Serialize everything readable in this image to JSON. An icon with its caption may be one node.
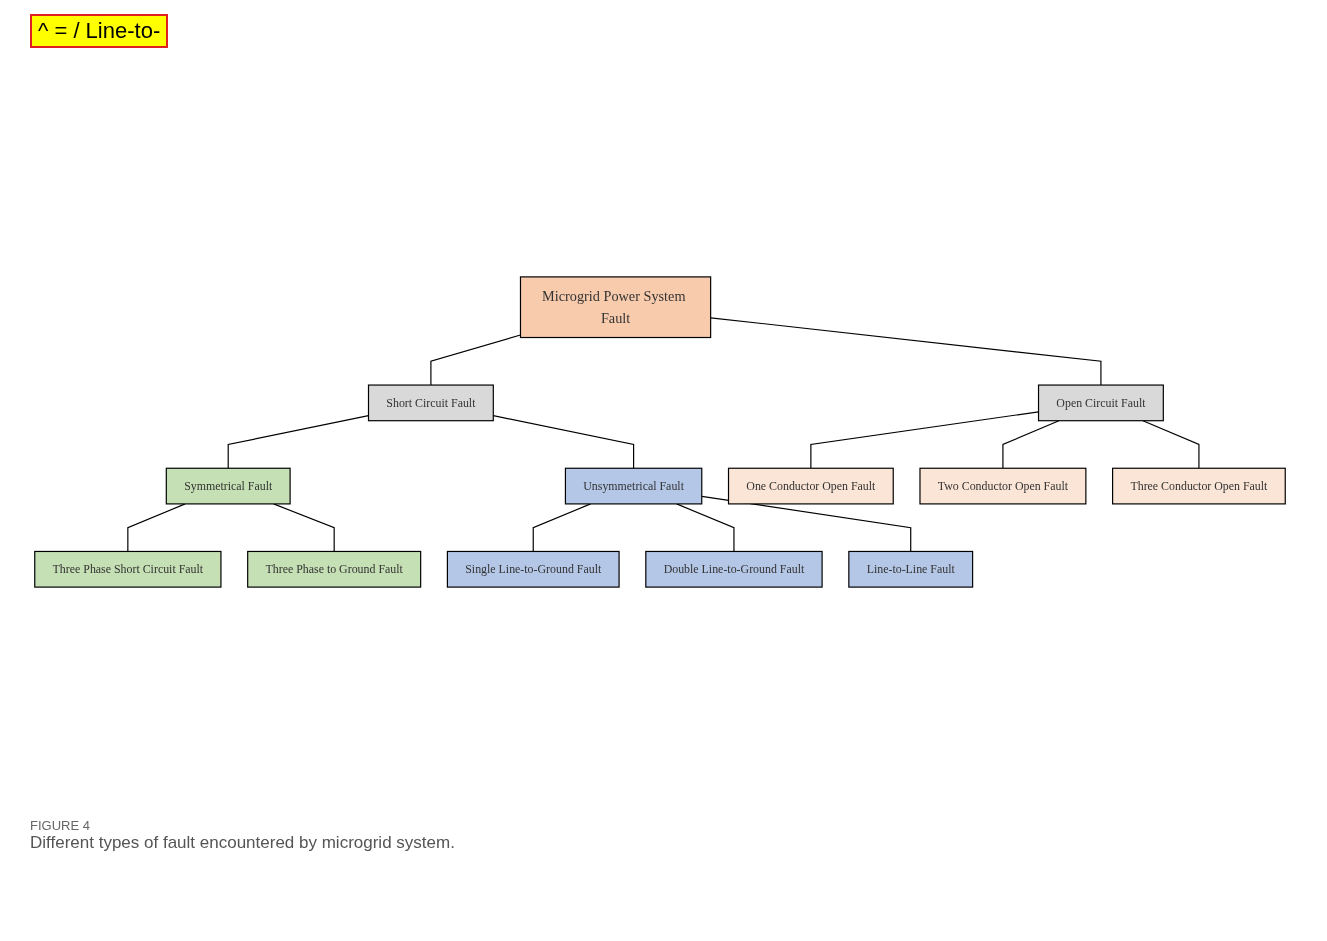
{
  "diagram": {
    "caption": "Different types of fault encountered by microgrid system.",
    "nodes": [
      {
        "text": [
          "Microgrid Power System Fault"
        ]
      },
      {
        "text": [
          "Short Circuit Fault"
        ]
      },
      {
        "text": [
          "Open Circuit Fault"
        ]
      },
      {
        "text": [
          "Symmetrical Fault"
        ]
      },
      {
        "text": [
          "Unsymmetrical Fault"
        ]
      },
      {
        "text": [
          "Three Phase Short Circuit Fault"
        ]
      },
      {
        "text": [
          "Three Phase to Ground Fault"
        ]
      },
      {
        "text": [
          "Single Line-to-Ground Fault"
        ]
      },
      {
        "text": [
          "Double Line-to-Ground Fault"
        ]
      },
      {
        "text": [
          "Line-to-Line Fault"
        ]
      },
      {
        "text": [
          "One Conductor Open Fault"
        ]
      },
      {
        "text": [
          "Two Conductor Open Fault"
        ]
      },
      {
        "text": [
          "Three Conductor Open Fault"
        ]
      }
    ],
    "edges": [
      {
        "from": 0,
        "to": 1,
        "arrow": "none"
      },
      {
        "from": 0,
        "to": 2,
        "arrow": "none"
      },
      {
        "from": 1,
        "to": 3,
        "arrow": "none"
      },
      {
        "from": 1,
        "to": 4,
        "arrow": "none"
      },
      {
        "from": 3,
        "to": 5,
        "arrow": "none"
      },
      {
        "from": 3,
        "to": 6,
        "arrow": "none"
      },
      {
        "from": 4,
        "to": 7,
        "arrow": "none"
      },
      {
        "from": 4,
        "to": 8,
        "arrow": "none"
      },
      {
        "from": 4,
        "to": 9,
        "arrow": "none"
      },
      {
        "from": 2,
        "to": 10,
        "arrow": "none"
      },
      {
        "from": 2,
        "to": 11,
        "arrow": "none"
      },
      {
        "from": 2,
        "to": 12,
        "arrow": "none"
      }
    ],
    "labels": [
      "^ = / Line-to-",
      "FIGURE 4"
    ]
  }
}
